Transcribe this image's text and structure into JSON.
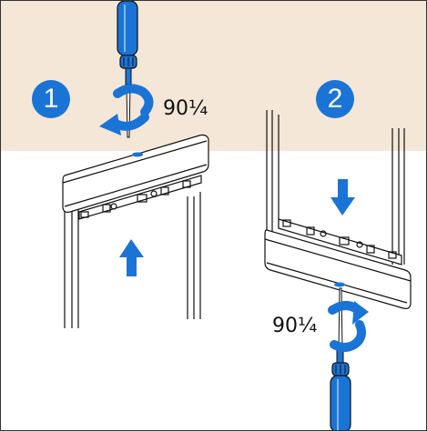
{
  "colors": {
    "band": "#f4e7d8",
    "blue": "#1a74d6",
    "line": "#111111",
    "frame": "#333333"
  },
  "step1": {
    "number": "1",
    "rotation_label": "90¼"
  },
  "step2": {
    "number": "2",
    "rotation_label": "90¼"
  },
  "icons": {
    "screwdriver_top": "screwdriver-icon",
    "screwdriver_bottom": "screwdriver-icon",
    "rotate_top": "rotate-arrow-icon",
    "rotate_bottom": "rotate-arrow-icon",
    "arrow_up": "arrow-up-icon",
    "arrow_down": "arrow-down-icon"
  }
}
